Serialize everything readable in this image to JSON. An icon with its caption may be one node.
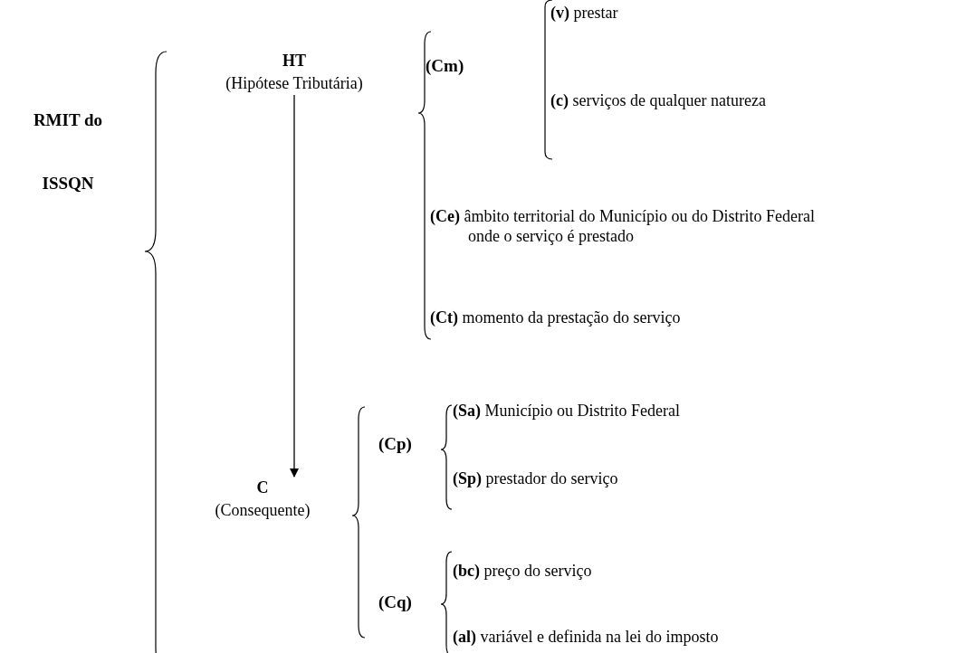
{
  "diagram": {
    "nodes": [
      {
        "text": [
          "HT",
          "(Hipótese Tributária)"
        ]
      },
      {
        "text": [
          "C",
          "(Consequente)"
        ]
      }
    ],
    "edges": [
      {
        "from": 0,
        "to": 1,
        "arrow": "to"
      }
    ],
    "labels": [
      "RMIT do ISSQN",
      "(Cm)",
      "**(v)** prestar",
      "**(c)** serviços de qualquer natureza",
      "**(Ce)** âmbito territorial do Município ou do Distrito Federal onde o serviço é prestado",
      "**(Ct)** momento da prestação do serviço",
      "(Cp)",
      "**(Sa)** Município ou Distrito Federal",
      "**(Sp)** prestador do serviço",
      "(Cq)",
      "**(bc)** preço do serviço",
      "**(al)** variável e definida na lei do imposto"
    ]
  }
}
